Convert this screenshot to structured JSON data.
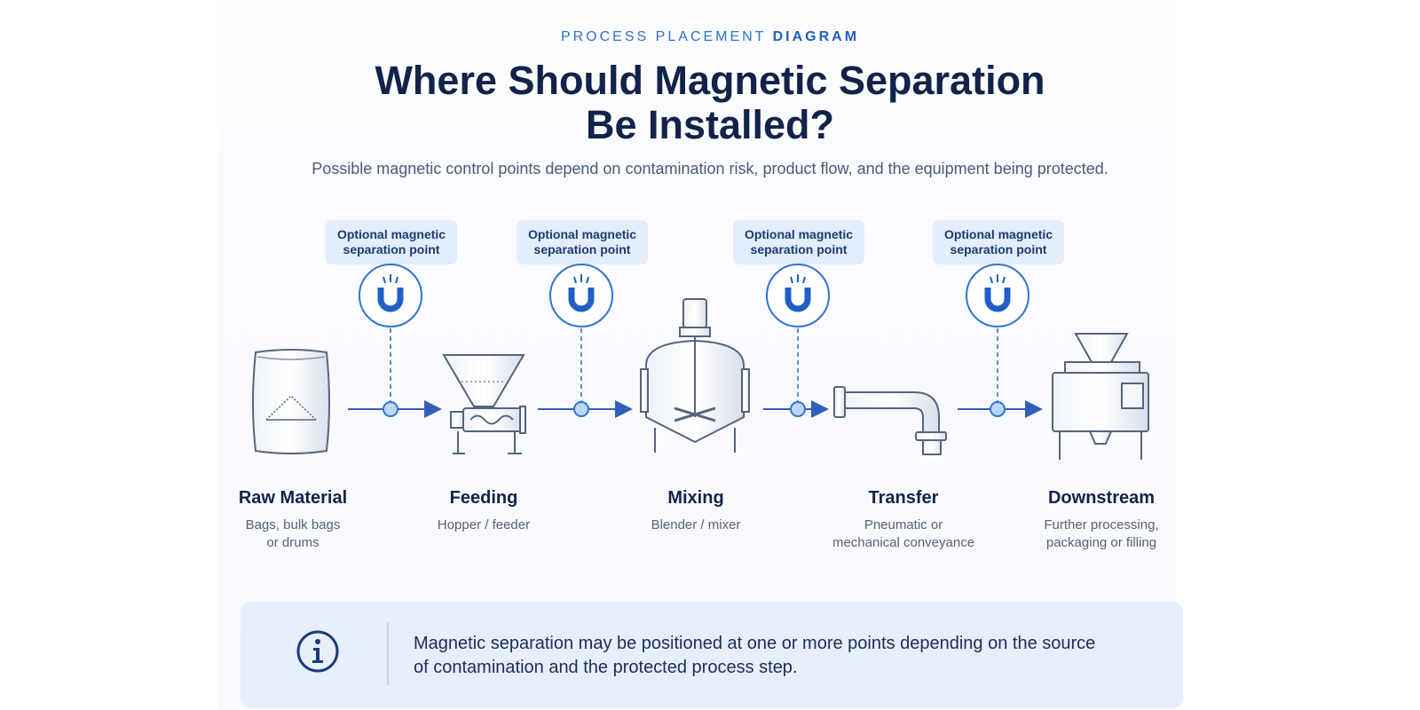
{
  "header": {
    "eyebrow_a": "PROCESS PLACEMENT",
    "eyebrow_b": "DIAGRAM",
    "title_line1": "Where Should Magnetic Separation",
    "title_line2": "Be Installed?",
    "subtitle": "Possible magnetic control points depend on contamination risk, product flow, and the equipment being protected."
  },
  "separation_points": [
    {
      "label_line1": "Optional magnetic",
      "label_line2": "separation point"
    },
    {
      "label_line1": "Optional magnetic",
      "label_line2": "separation point"
    },
    {
      "label_line1": "Optional magnetic",
      "label_line2": "separation point"
    },
    {
      "label_line1": "Optional magnetic",
      "label_line2": "separation point"
    }
  ],
  "stages": [
    {
      "title": "Raw Material",
      "desc_line1": "Bags, bulk bags",
      "desc_line2": "or drums",
      "icon": "bag-icon"
    },
    {
      "title": "Feeding",
      "desc_line1": "Hopper / feeder",
      "desc_line2": "",
      "icon": "hopper-feeder-icon"
    },
    {
      "title": "Mixing",
      "desc_line1": "Blender / mixer",
      "desc_line2": "",
      "icon": "mixer-tank-icon"
    },
    {
      "title": "Transfer",
      "desc_line1": "Pneumatic or",
      "desc_line2": "mechanical conveyance",
      "icon": "pipe-icon"
    },
    {
      "title": "Downstream",
      "desc_line1": "Further processing,",
      "desc_line2": "packaging or filling",
      "icon": "processing-machine-icon"
    }
  ],
  "info": {
    "icon": "info-icon",
    "text_line1": "Magnetic separation may be positioned at one or more points depending on the source",
    "text_line2": "of contamination and the protected process step."
  },
  "colors": {
    "accent": "#1f5fc6",
    "title": "#12234a",
    "callout_bg": "#e3edfb",
    "info_bg": "#e6effb"
  }
}
